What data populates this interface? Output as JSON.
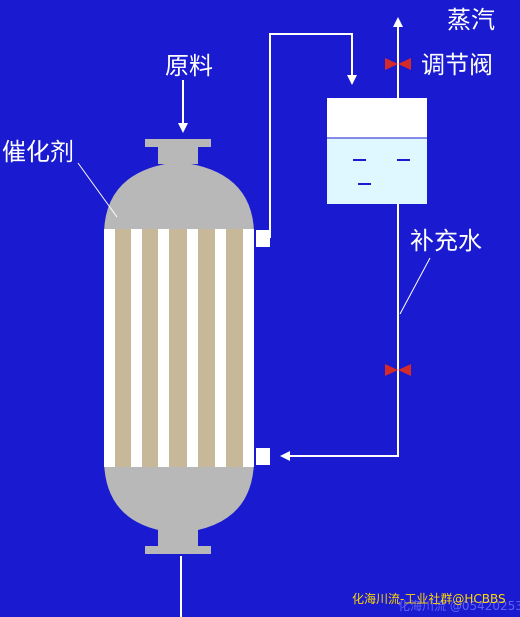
{
  "labels": {
    "raw_material": "原料",
    "catalyst": "催化剂",
    "steam": "蒸汽",
    "control_valve": "调节阀",
    "makeup_water": "补充水"
  },
  "watermark": {
    "main": "化海川流-工业社群@HCBBS",
    "secondary": "化海川流 @05420253"
  },
  "colors": {
    "background": "#1a1ad0",
    "vessel": "#b8b8b8",
    "tube_bundle": "#c8b89a",
    "tube": "#ffffff",
    "drum_water": "#dff8ff",
    "valve": "#d42a2a",
    "watermark": "#ffd700"
  },
  "icons": [
    "arrow-up-icon",
    "arrow-down-icon",
    "valve-icon"
  ]
}
